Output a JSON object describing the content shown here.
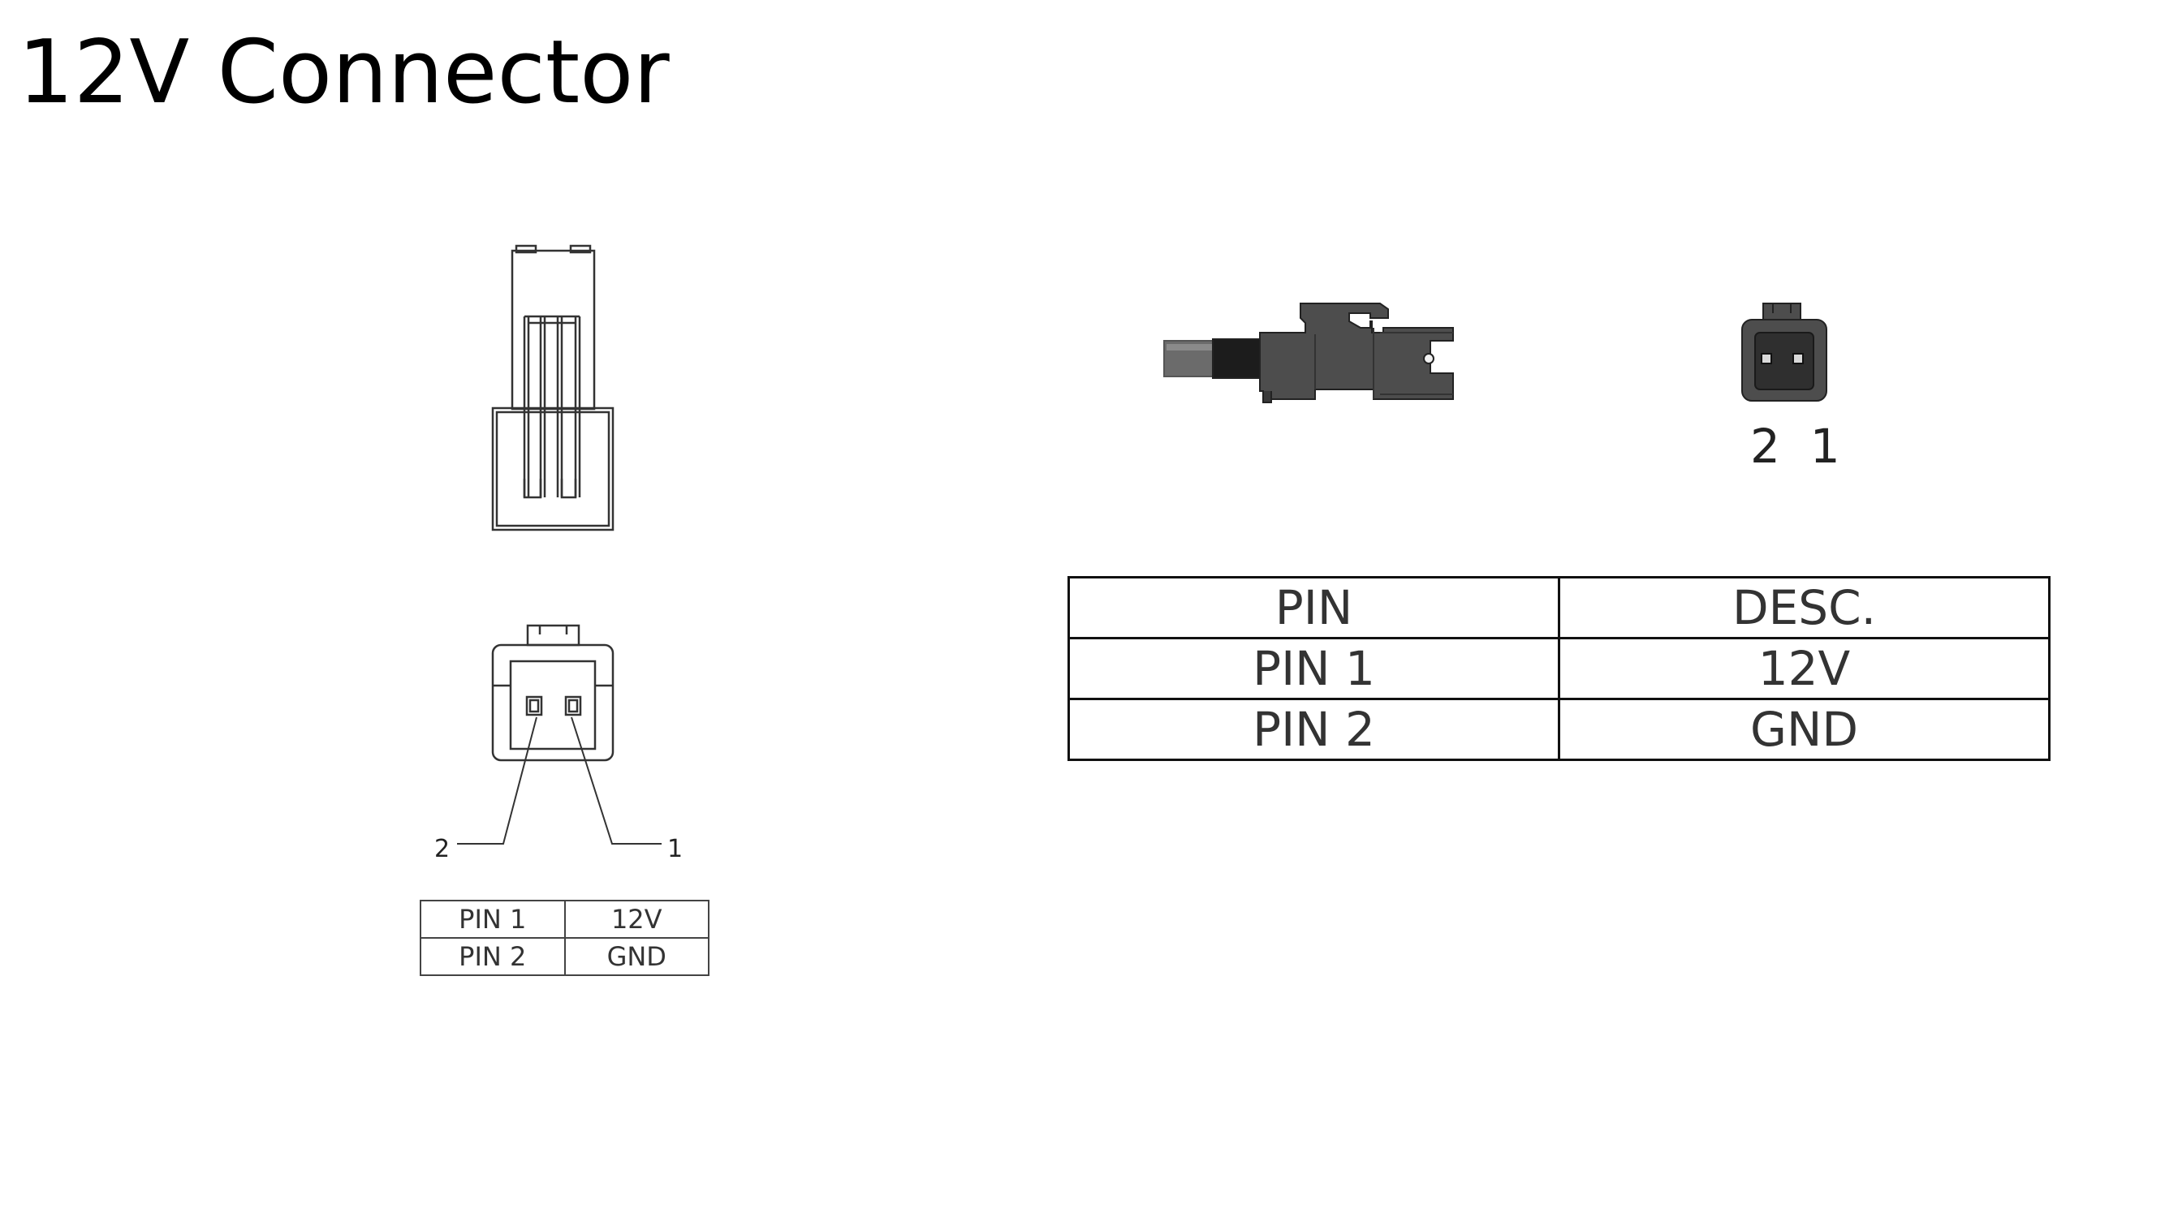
{
  "page": {
    "title": "12V Connector"
  },
  "front_view": {
    "callout_left": "2",
    "callout_right": "1"
  },
  "small_table": {
    "rows": [
      [
        "PIN 1",
        "12V"
      ],
      [
        "PIN 2",
        "GND"
      ]
    ]
  },
  "end_view": {
    "pin_numbers": "2  1"
  },
  "pin_table": {
    "headers": [
      "PIN",
      "DESC."
    ],
    "rows": [
      [
        "PIN 1",
        "12V"
      ],
      [
        "PIN 2",
        "GND"
      ]
    ]
  },
  "colors": {
    "connector_body": "#4d4d4d",
    "cable": "#6b6b6b",
    "line": "#333333"
  }
}
